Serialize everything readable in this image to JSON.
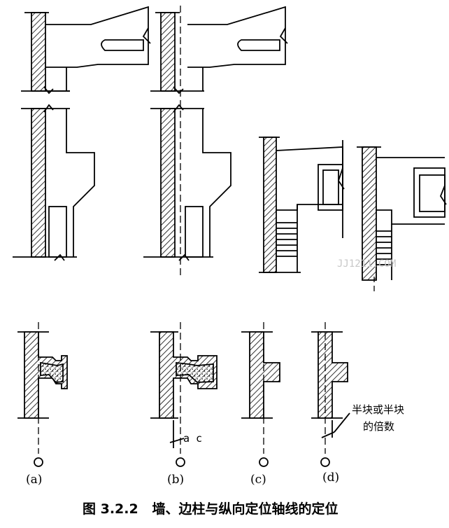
{
  "labels": {
    "a": "(a)",
    "b": "(b)",
    "c": "(c)",
    "d": "(d)"
  },
  "dim_label": "a c",
  "note": {
    "line1": "半块或半块",
    "line2": "的倍数"
  },
  "watermark": "JJ1211.COM",
  "caption": "图 3.2.2   墙、边柱与纵向定位轴线的定位"
}
